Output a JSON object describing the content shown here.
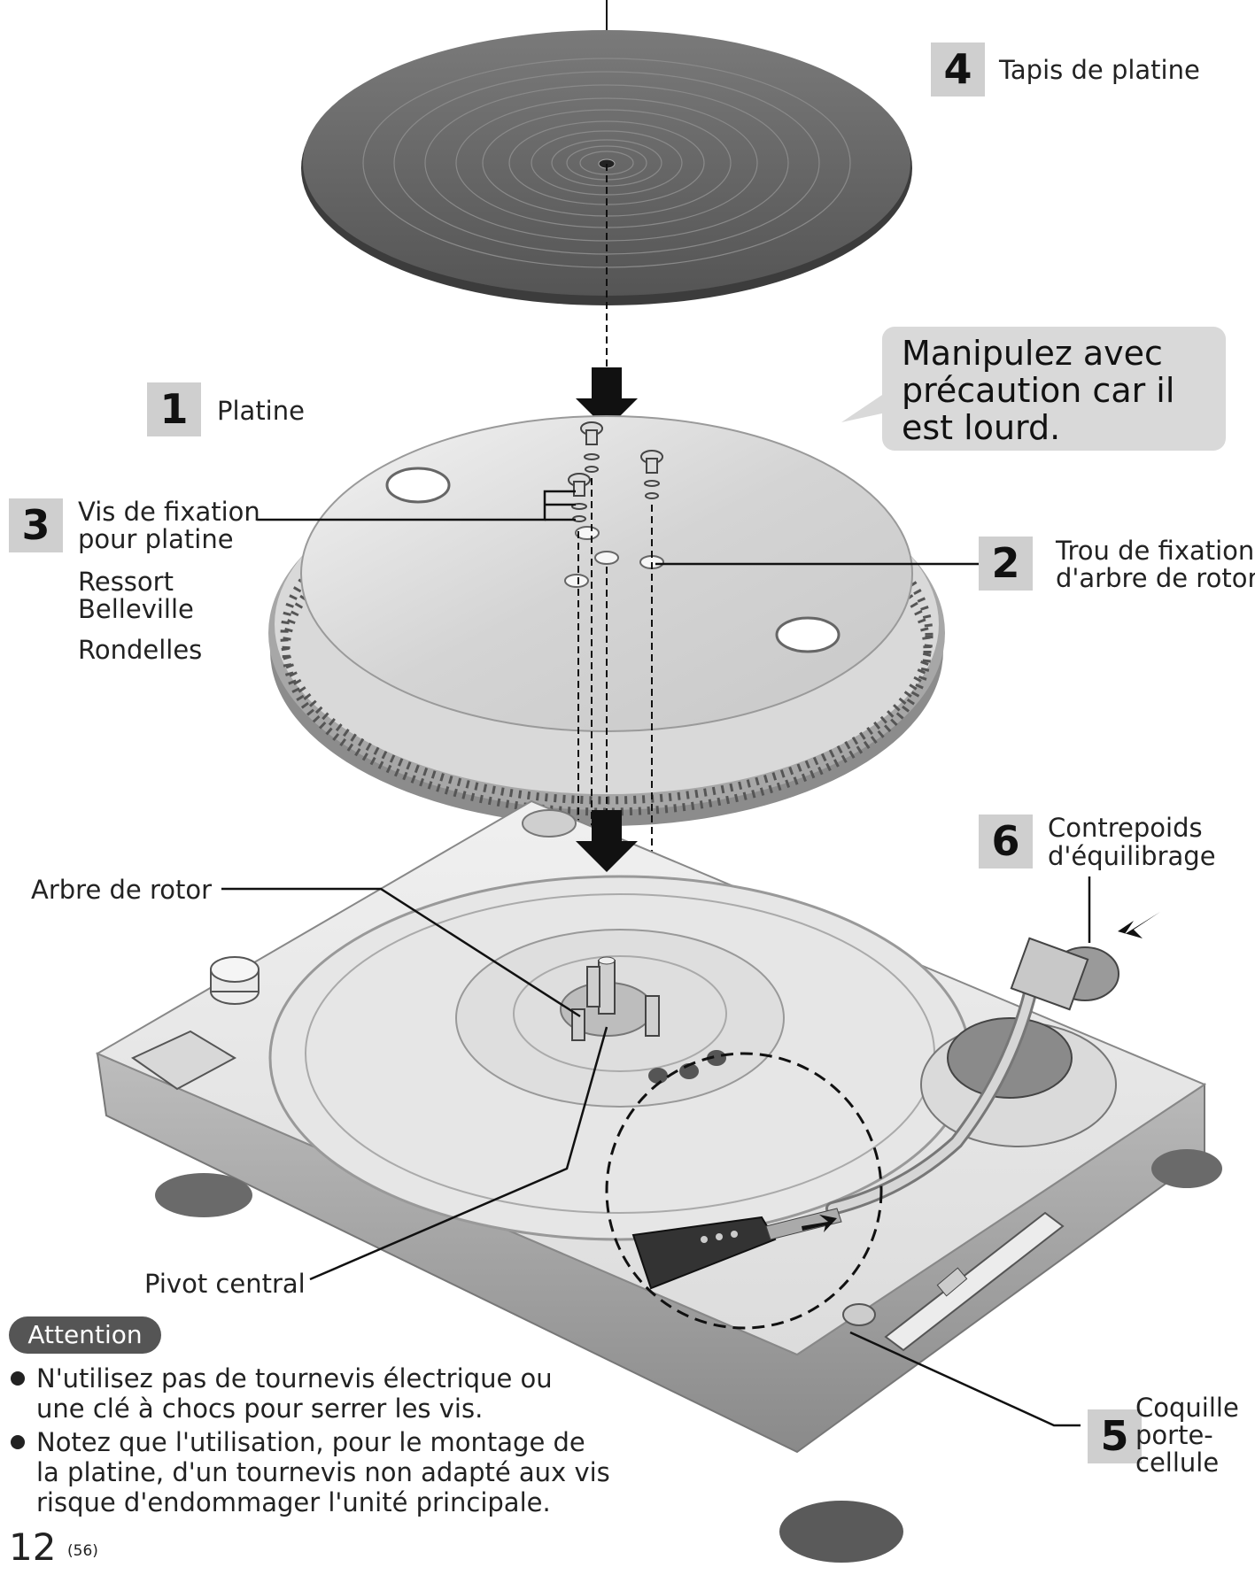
{
  "parts": [
    {
      "number": "4",
      "label": "Tapis de platine"
    },
    {
      "number": "1",
      "label": "Platine"
    },
    {
      "number": "3",
      "label_lines": [
        "Vis de fixation",
        "pour platine"
      ]
    },
    {
      "number": "2",
      "label_lines": [
        "Trou de fixation",
        "d'arbre de rotor"
      ]
    },
    {
      "number": "6",
      "label_lines": [
        "Contrepoids",
        "d'équilibrage"
      ]
    },
    {
      "number": "5",
      "label_lines": [
        "Coquille",
        "porte-",
        "cellule"
      ]
    }
  ],
  "sub_labels": {
    "spring": [
      "Ressort",
      "Belleville"
    ],
    "washers": "Rondelles",
    "rotor_shaft": "Arbre de rotor",
    "center_pivot": "Pivot central"
  },
  "callout": {
    "lines": [
      "Manipulez avec",
      "précaution car il",
      "est lourd."
    ]
  },
  "attention": {
    "badge": "Attention",
    "bullets": [
      [
        "N'utilisez pas de tournevis électrique ou",
        "une clé à chocs pour serrer les vis."
      ],
      [
        "Notez que l'utilisation, pour le montage de",
        "la platine, d'un tournevis non adapté aux vis",
        "risque d'endommager l'unité principale."
      ]
    ]
  },
  "footer": {
    "page_number": "12",
    "page_sub": "(56)"
  },
  "colors": {
    "badge_bg": "#cfcfcf",
    "callout_bg": "#d9d9d9",
    "attention_bg": "#555555",
    "mat": "#6d6d6d"
  }
}
